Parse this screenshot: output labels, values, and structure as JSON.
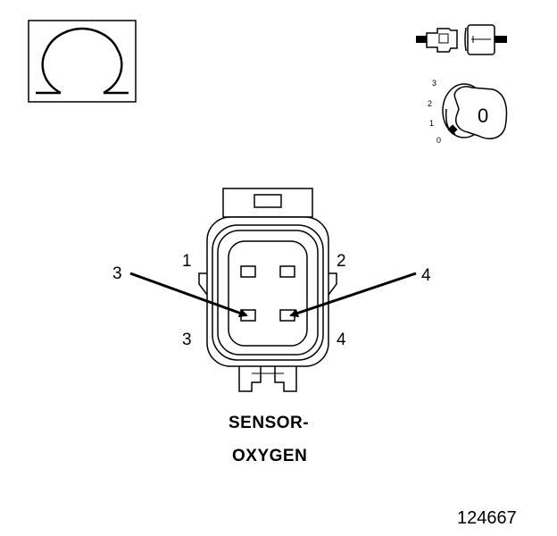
{
  "ignition_key": {
    "positions": [
      "3",
      "2",
      "1",
      "0"
    ],
    "key_label": "0"
  },
  "connector": {
    "pin_labels": [
      "1",
      "2",
      "3",
      "4"
    ],
    "callout_labels": [
      "3",
      "4"
    ]
  },
  "caption": {
    "line1": "SENSOR-",
    "line2": "OXYGEN"
  },
  "figure_number": "124667"
}
